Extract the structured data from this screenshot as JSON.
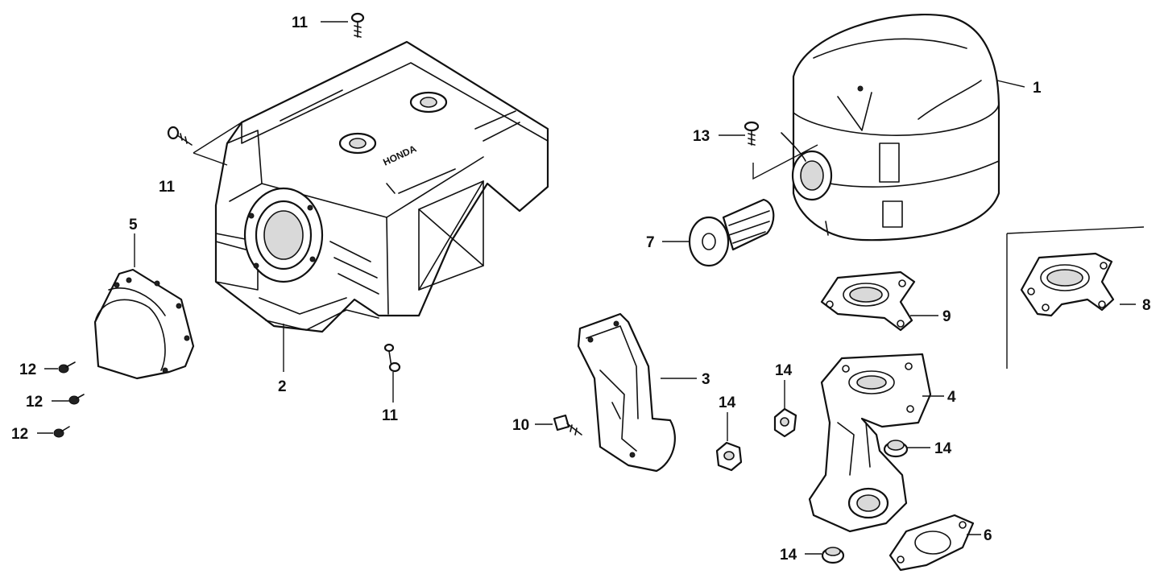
{
  "callouts": [
    {
      "id": "c1",
      "label": "1"
    },
    {
      "id": "c2",
      "label": "2"
    },
    {
      "id": "c3",
      "label": "3"
    },
    {
      "id": "c4",
      "label": "4"
    },
    {
      "id": "c5",
      "label": "5"
    },
    {
      "id": "c6",
      "label": "6"
    },
    {
      "id": "c7",
      "label": "7"
    },
    {
      "id": "c8",
      "label": "8"
    },
    {
      "id": "c9",
      "label": "9"
    },
    {
      "id": "c10",
      "label": "10"
    },
    {
      "id": "c11a",
      "label": "11"
    },
    {
      "id": "c11b",
      "label": "11"
    },
    {
      "id": "c11c",
      "label": "11"
    },
    {
      "id": "c12a",
      "label": "12"
    },
    {
      "id": "c12b",
      "label": "12"
    },
    {
      "id": "c12c",
      "label": "12"
    },
    {
      "id": "c13",
      "label": "13"
    },
    {
      "id": "c14a",
      "label": "14"
    },
    {
      "id": "c14b",
      "label": "14"
    },
    {
      "id": "c14c",
      "label": "14"
    },
    {
      "id": "c14d",
      "label": "14"
    }
  ]
}
